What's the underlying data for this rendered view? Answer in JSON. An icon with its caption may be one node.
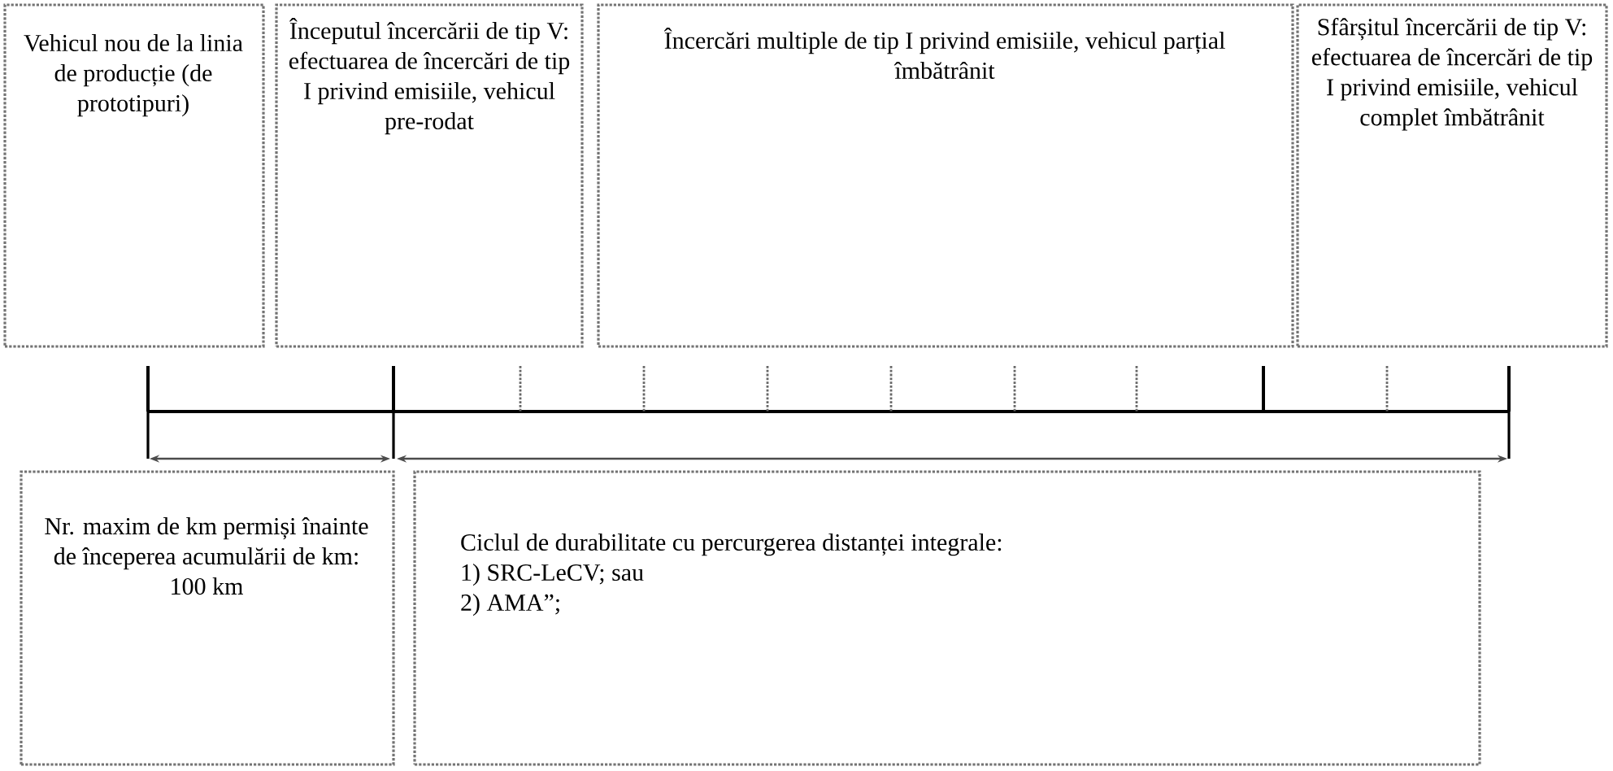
{
  "diagram": {
    "nodes": [
      {
        "text": [
          "Vehicul nou de la linia de producție (de prototipuri)"
        ]
      },
      {
        "text": [
          "Începutul încercării de tip V: efectuarea de încercări de tip I privind emisiile, vehicul pre-rodat"
        ]
      },
      {
        "text": [
          "Încercări multiple de tip I privind emisiile, vehicul parțial îmbătrânit"
        ]
      },
      {
        "text": [
          "Sfârșitul încercării de tip V: efectuarea de încercări de tip I privind emisiile, vehicul complet îmbătrânit"
        ]
      },
      {
        "text": [
          "Nr. maxim de km permiși înainte de începerea acumulării de km: 100 km"
        ]
      },
      {
        "text": [
          "Ciclul de durabilitate cu percurgerea distanței integrale:",
          "1) SRC-LeCV; sau",
          "2) AMA”;"
        ]
      }
    ]
  }
}
